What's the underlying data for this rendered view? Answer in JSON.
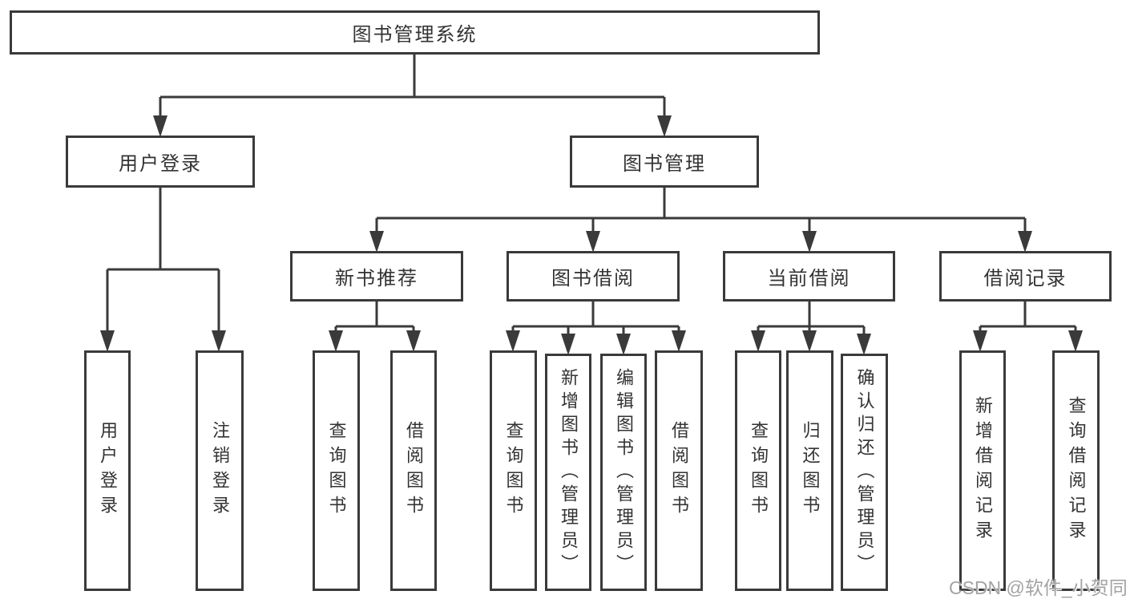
{
  "colors": {
    "line": "#3a3a3a",
    "text": "#333333",
    "box_bg": "#ffffff",
    "watermark": "#a3a3a3"
  },
  "watermark": "CSDN @软件_小贺同学",
  "tree": {
    "label": "图书管理系统",
    "children": [
      {
        "label": "用户登录",
        "children": [
          {
            "label": "用户登录"
          },
          {
            "label": "注销登录"
          }
        ]
      },
      {
        "label": "图书管理",
        "children": [
          {
            "label": "新书推荐",
            "children": [
              {
                "label": "查询图书"
              },
              {
                "label": "借阅图书"
              }
            ]
          },
          {
            "label": "图书借阅",
            "children": [
              {
                "label": "查询图书"
              },
              {
                "label": "新增图书（管理员）"
              },
              {
                "label": "编辑图书（管理员）"
              },
              {
                "label": "借阅图书"
              }
            ]
          },
          {
            "label": "当前借阅",
            "children": [
              {
                "label": "查询图书"
              },
              {
                "label": "归还图书"
              },
              {
                "label": "确认归还（管理员）"
              }
            ]
          },
          {
            "label": "借阅记录",
            "children": [
              {
                "label": "新增借阅记录"
              },
              {
                "label": "查询借阅记录"
              }
            ]
          }
        ]
      }
    ]
  }
}
